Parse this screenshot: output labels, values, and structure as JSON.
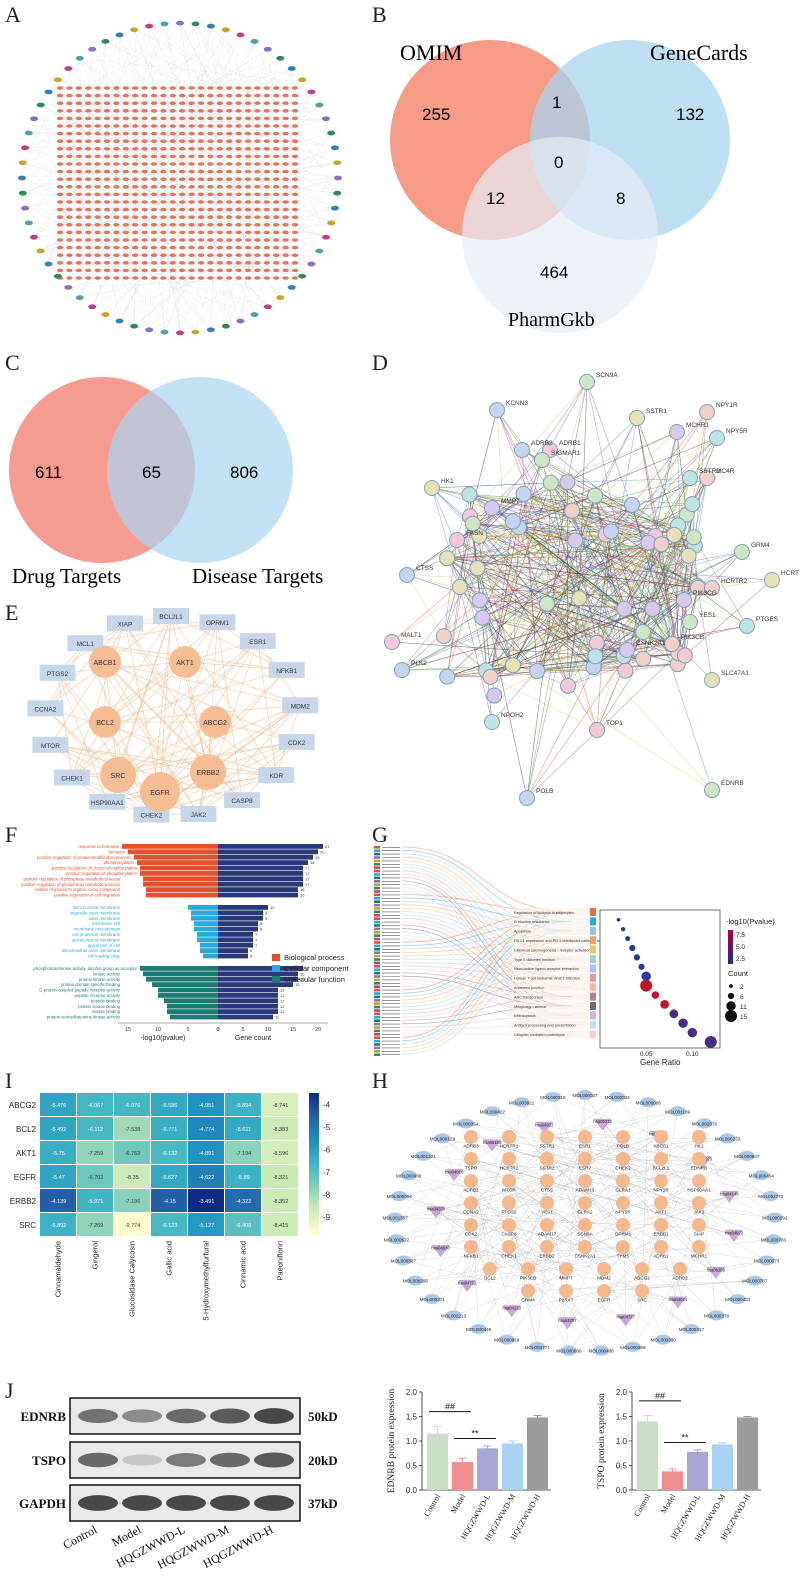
{
  "panel_labels": {
    "A": "A",
    "B": "B",
    "C": "C",
    "D": "D",
    "E": "E",
    "F": "F",
    "G": "G",
    "H": "H",
    "I": "I",
    "J": "J"
  },
  "venn3": {
    "sets": [
      "OMIM",
      "GeneCards",
      "PharmGkb"
    ],
    "regions": {
      "omim_only": "255",
      "omim_genecards": "1",
      "genecards_only": "132",
      "center": "0",
      "omim_pharm": "12",
      "genecards_pharm": "8",
      "pharm_only": "464"
    },
    "colors": {
      "omim": "#f4967f",
      "genecards": "#a8d3ee",
      "pharm": "#e6ecf6"
    }
  },
  "venn2": {
    "sets": [
      "Drug Targets",
      "Disease Targets"
    ],
    "regions": {
      "left_only": "611",
      "overlap": "65",
      "right_only": "806"
    },
    "colors": {
      "left": "#f4968a",
      "right": "#a9d4ef"
    }
  },
  "ppi_network": {
    "labels": [
      "SCN9A",
      "KCNN3",
      "NPY1R",
      "SSTR1",
      "MCHR1",
      "NPY5R",
      "ADRB1",
      "SIGMAR1",
      "ADRB2",
      "MC4R",
      "HK1",
      "MMP7",
      "SSTR2",
      "FASN",
      "GRM4",
      "CTSS",
      "HCRTR2",
      "HCRT",
      "PIK3CG",
      "PTGES",
      "MALT1",
      "YES1",
      "PLK2",
      "PIK3CB",
      "SLC47A1",
      "CSNK2A1",
      "NPOH2",
      "TOP1",
      "EDNRB",
      "POLB"
    ]
  },
  "core_network": {
    "inner": [
      "ABCB1",
      "AKT1",
      "BCL2",
      "ABCG2",
      "SRC",
      "ERBB2",
      "EGFR"
    ],
    "outer": [
      "BCL2L1",
      "OPRM1",
      "ESR1",
      "NFKB1",
      "MDM2",
      "CDK2",
      "KDR",
      "CASP8",
      "JAK2",
      "CHEK2",
      "HSP90AA1",
      "CHEK1",
      "MTOR",
      "CCNA2",
      "PTGS2",
      "MCL1",
      "XIAP"
    ]
  },
  "go_bars": {
    "legend": [
      "Biological process",
      "Cellular component",
      "Molecular function"
    ],
    "colors": {
      "bp": "#e5502a",
      "cc": "#2aa8d8",
      "mf": "#1c7c74",
      "count": "#283a7a"
    },
    "xlabel_left": "-log10(pvalue)",
    "xlabel_right": "Gene count",
    "left_ticks": [
      "15",
      "10",
      "5",
      "0"
    ],
    "right_ticks": [
      "0",
      "5",
      "10",
      "15",
      "20"
    ],
    "terms": [
      {
        "term": "response to hormone",
        "cat": "bp",
        "logp": 16,
        "count": 21
      },
      {
        "term": "behavior",
        "cat": "bp",
        "logp": 15,
        "count": 20
      },
      {
        "term": "positive regulation of protein modification process",
        "cat": "bp",
        "logp": 14,
        "count": 19
      },
      {
        "term": "phosphorylation",
        "cat": "bp",
        "logp": 13.5,
        "count": 18
      },
      {
        "term": "positive regulation of protein phosphorylation",
        "cat": "bp",
        "logp": 13,
        "count": 17
      },
      {
        "term": "positive regulation of phosphorylation",
        "cat": "bp",
        "logp": 13,
        "count": 17
      },
      {
        "term": "positive regulation of phosphate metabolic process",
        "cat": "bp",
        "logp": 12.5,
        "count": 17
      },
      {
        "term": "positive regulation of phosphorus metabolic process",
        "cat": "bp",
        "logp": 12.5,
        "count": 17
      },
      {
        "term": "cellular response to organic cyclic compound",
        "cat": "bp",
        "logp": 12,
        "count": 16
      },
      {
        "term": "positive regulation of cell migration",
        "cat": "bp",
        "logp": 12,
        "count": 16
      },
      {
        "term": "mitochondrial membrane",
        "cat": "cc",
        "logp": 5,
        "count": 10
      },
      {
        "term": "organelle outer membrane",
        "cat": "cc",
        "logp": 4.5,
        "count": 9
      },
      {
        "term": "outer membrane",
        "cat": "cc",
        "logp": 4.5,
        "count": 9
      },
      {
        "term": "membrane raft",
        "cat": "cc",
        "logp": 4,
        "count": 8
      },
      {
        "term": "membrane microdomain",
        "cat": "cc",
        "logp": 4,
        "count": 8
      },
      {
        "term": "cell projection membrane",
        "cat": "cc",
        "logp": 3.5,
        "count": 7
      },
      {
        "term": "apical plasma membrane",
        "cat": "cc",
        "logp": 3.5,
        "count": 7
      },
      {
        "term": "apical part of cell",
        "cat": "cc",
        "logp": 3,
        "count": 7
      },
      {
        "term": "mitochondrial outer membrane",
        "cat": "cc",
        "logp": 3,
        "count": 6
      },
      {
        "term": "cell leading edge",
        "cat": "cc",
        "logp": 2.5,
        "count": 6
      },
      {
        "term": "phosphotransferase activity, alcohol group as acceptor",
        "cat": "mf",
        "logp": 13,
        "count": 17
      },
      {
        "term": "kinase activity",
        "cat": "mf",
        "logp": 12.5,
        "count": 16
      },
      {
        "term": "protein kinase activity",
        "cat": "mf",
        "logp": 12,
        "count": 16
      },
      {
        "term": "protein domain specific binding",
        "cat": "mf",
        "logp": 11,
        "count": 15
      },
      {
        "term": "G protein-coupled peptide receptor activity",
        "cat": "mf",
        "logp": 10,
        "count": 12
      },
      {
        "term": "peptide receptor activity",
        "cat": "mf",
        "logp": 10,
        "count": 12
      },
      {
        "term": "peptide binding",
        "cat": "mf",
        "logp": 9,
        "count": 12
      },
      {
        "term": "protein kinase binding",
        "cat": "mf",
        "logp": 8.5,
        "count": 12
      },
      {
        "term": "kinase binding",
        "cat": "mf",
        "logp": 8.5,
        "count": 12
      },
      {
        "term": "protein serine/threonine kinase activity",
        "cat": "mf",
        "logp": 8,
        "count": 11
      }
    ]
  },
  "kegg": {
    "pathways": [
      "Regulation of lipolysis in adipocytes",
      "Endocrine resistance",
      "Apoptosis",
      "PD-L1 expression and PD-1 checkpoint pathway in cancer",
      "Chemical carcinogenesis - receptor activation",
      "Type II diabetes mellitus",
      "Neuroactive ligand-receptor interaction",
      "Human T-cell leukemia virus 1 infection",
      "Adherens junction",
      "ABC transporters",
      "Mitophagy - animal",
      "Efferocytosis",
      "Antigen processing and presentation",
      "Ubiquitin mediated proteolysis"
    ],
    "gene_ratio": [
      0.12,
      0.1,
      0.09,
      0.08,
      0.07,
      0.06,
      0.05,
      0.05,
      0.045,
      0.04,
      0.035,
      0.03,
      0.025,
      0.02
    ],
    "count": [
      15,
      11,
      11,
      10,
      10,
      8,
      15,
      11,
      6,
      6,
      6,
      4,
      3,
      2
    ],
    "xlabel": "Gene Ratio",
    "xticks": [
      "0.05",
      "0.10"
    ],
    "legend_title": "-log10(Pvalue)",
    "legend_ticks": [
      "7.5",
      "5.0",
      "2.5"
    ],
    "count_title": "Count",
    "count_ticks": [
      "2",
      "6",
      "11",
      "15"
    ]
  },
  "chart_data": {
    "type": "heatmap",
    "rows": [
      "ABCG2",
      "BCL2",
      "AKT1",
      "EGFR",
      "ERBB2",
      "SRC"
    ],
    "cols": [
      "Cinnamaldehyde",
      "Gingerol",
      "Glucosidase Calycosin",
      "Gallic acid",
      "5-Hydroxymethylfurfural",
      "Cinnamic acid",
      "Paeoniflorin"
    ],
    "values": [
      [
        -5.476,
        -6.067,
        -6.076,
        -5.586,
        -4.951,
        -5.894,
        -8.741
      ],
      [
        -5.492,
        -6.112,
        -7.538,
        -5.771,
        -4.774,
        -5.611,
        -8.383
      ],
      [
        -5.75,
        -7.259,
        -6.762,
        -6.132,
        -4.891,
        -7.194,
        -8.596
      ],
      [
        -5.47,
        -6.702,
        -8.35,
        -5.627,
        -4.622,
        -5.89,
        -8.321
      ],
      [
        -4.139,
        -5.971,
        -7.196,
        -4.15,
        -3.491,
        -4.322,
        -8.352
      ],
      [
        -5.892,
        -7.269,
        -9.774,
        -6.123,
        -5.127,
        -6.409,
        -8.415
      ]
    ],
    "colorbar_ticks": [
      "-4",
      "-5",
      "-6",
      "-7",
      "-8",
      "-9"
    ],
    "vmin": -9.8,
    "vmax": -3.5
  },
  "cpt_network": {
    "center_rows": [
      [
        "ADRB3",
        "HCRTR1",
        "SSTR1",
        "ESR1",
        "POLB",
        "ABCB1",
        "HK1"
      ],
      [
        "TSPO",
        "HCRTR2",
        "SSTR2",
        "ESR2",
        "CHEK2",
        "BCL2L1",
        "EDNRB"
      ],
      [
        "ADRB1",
        "MTOR",
        "CTSS",
        "ADAM10",
        "GLRA1",
        "NPY1R",
        "HSP90AA1"
      ],
      [
        "CCNA2",
        "PTGS2",
        "YES1",
        "GLRA2",
        "NPY5R",
        "AKT1",
        "JAK2"
      ],
      [
        "CDK2",
        "CASP8",
        "ADAM17",
        "SCN9A",
        "OPRM1",
        "ERBB2",
        "SIAP"
      ],
      [
        "NFKB1",
        "CHEK1",
        "ERBB2",
        "CSNK2A1",
        "TYMS",
        "ADRB1",
        "MCHR1"
      ],
      [
        "BCL2",
        "PIK3CB",
        "MMP7",
        "MDM2",
        "ABCG2",
        "ADRB2"
      ],
      [
        "GRM4",
        "P2RX7",
        "EGFR",
        "SRC"
      ]
    ],
    "mol_ids": [
      "MOL000027",
      "MOL000034",
      "MOL000095",
      "MOL001169",
      "MOL002876",
      "MOL000233",
      "MOL000647",
      "MOL000454",
      "MOL002773",
      "MOL000292",
      "MOL000783",
      "MOL000073",
      "MOL000787",
      "MOL000433",
      "MOL000378",
      "MOL000417",
      "MOL000390",
      "MOL000359",
      "MOL000438",
      "MOL000036",
      "MOL003771",
      "MOL000919",
      "MOL000449",
      "MOL002213",
      "MOL000371",
      "MOL000296",
      "MOL000387",
      "MOL000522",
      "MOL001357",
      "MOL000096",
      "MOL000930",
      "MOL001321",
      "MOL000129",
      "MOL000354",
      "MOL000422",
      "MOL003921",
      "MOL000319"
    ],
    "hsa_ids": [
      "hsa05235",
      "hsa04742",
      "hsa01523",
      "hsa04148",
      "hsa04923",
      "hsa05205",
      "hsa04024",
      "hsa04727",
      "hsa04207",
      "hsa04120",
      "hsa04722",
      "hsa04930",
      "hsa04320",
      "hsa04010",
      "hsa05160",
      "hsa04922"
    ]
  },
  "western_blot": {
    "proteins": [
      "EDNRB",
      "TSPO",
      "GAPDH"
    ],
    "sizes": [
      "50kD",
      "20kD",
      "37kD"
    ],
    "lanes": [
      "Control",
      "Model",
      "HQGZWWD-L",
      "HQGZWWD-M",
      "HQGZWWD-H"
    ]
  },
  "bar_edn": {
    "ylabel": "EDNRB protein expression",
    "categories": [
      "Control",
      "Model",
      "HQGZWWD-L",
      "HQGZWWD-M",
      "HQGZWWD-H"
    ],
    "values": [
      1.15,
      0.57,
      0.85,
      0.95,
      1.48
    ],
    "errors": [
      0.15,
      0.08,
      0.05,
      0.05,
      0.04
    ],
    "ylim": [
      0,
      2.0
    ],
    "yticks": [
      "0.0",
      "0.5",
      "1.0",
      "1.5",
      "2.0"
    ],
    "sig1": "##",
    "sig2": "**"
  },
  "bar_tspo": {
    "ylabel": "TSPO protein expression",
    "categories": [
      "Control",
      "Model",
      "HQGZWWD-L",
      "HQGZWWD-M",
      "HQGZWWD-H"
    ],
    "values": [
      1.4,
      0.38,
      0.78,
      0.93,
      1.48
    ],
    "errors": [
      0.12,
      0.05,
      0.04,
      0.03,
      0.02
    ],
    "ylim": [
      0,
      2.0
    ],
    "yticks": [
      "0.0",
      "0.5",
      "1.0",
      "1.5",
      "2.0"
    ],
    "sig1": "##",
    "sig2": "**"
  },
  "bar_colors": [
    "#c8dfc5",
    "#ef8d8d",
    "#a7a5d6",
    "#a9d1f2",
    "#9c9c9c"
  ]
}
